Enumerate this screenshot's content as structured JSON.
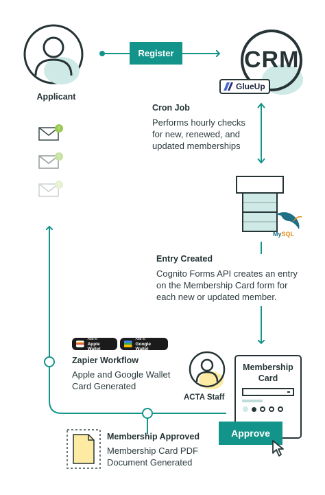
{
  "applicant": {
    "label": "Applicant"
  },
  "register": {
    "label": "Register"
  },
  "crm": {
    "logo_text": "CRM",
    "badge": "GlueUp"
  },
  "cron": {
    "title": "Cron Job",
    "lines": [
      "Performs hourly checks",
      "for new, renewed, and",
      "updated memberships"
    ]
  },
  "db": {
    "label": "MySQL"
  },
  "entry": {
    "title": "Entry Created",
    "lines": [
      "Cognito Forms API creates an entry",
      "on the Membership Card form for",
      "each new or updated member."
    ]
  },
  "wallets": {
    "apple": {
      "small": "Add to",
      "big": "Apple Wallet"
    },
    "google": {
      "small": "Add to",
      "big": "Google Wallet"
    }
  },
  "zapier": {
    "title": "Zapier Workflow",
    "lines": [
      "Apple and Google Wallet",
      "Card Generated"
    ]
  },
  "staff": {
    "label": "ACTA Staff"
  },
  "card": {
    "title_lines": [
      "Membership",
      "Card"
    ],
    "approve": "Approve"
  },
  "approved": {
    "title": "Membership Approved",
    "lines": [
      "Membership Card PDF",
      "Document Generated"
    ]
  },
  "colors": {
    "teal": "#13948a",
    "light_teal": "#cfeae6",
    "dark": "#263436",
    "yellow": "#fdeaa3"
  }
}
